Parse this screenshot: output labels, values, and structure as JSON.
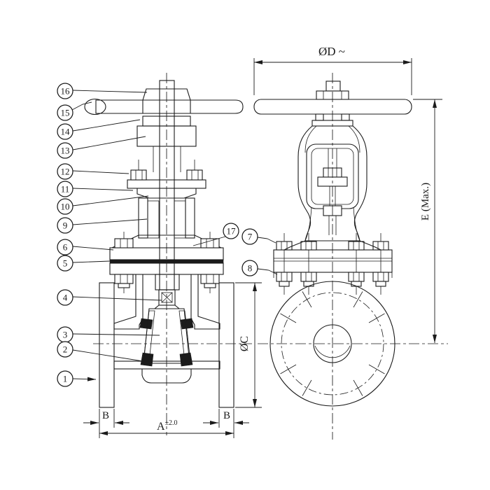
{
  "drawing": {
    "background": "#ffffff",
    "line_color": "#1b1b1b"
  },
  "callouts": {
    "c1": "1",
    "c2": "2",
    "c3": "3",
    "c4": "4",
    "c5": "5",
    "c6": "6",
    "c7": "7",
    "c8": "8",
    "c9": "9",
    "c10": "10",
    "c11": "11",
    "c12": "12",
    "c13": "13",
    "c14": "14",
    "c15": "15",
    "c16": "16",
    "c17": "17"
  },
  "dimensions": {
    "handwheel_diameter": "ØD ~",
    "height_max": "E (Max.)",
    "flange_diameter": "ØC",
    "face_to_face": "A",
    "face_to_face_tolerance": "±2.0",
    "flange_thickness_left": "B",
    "flange_thickness_right": "B"
  }
}
